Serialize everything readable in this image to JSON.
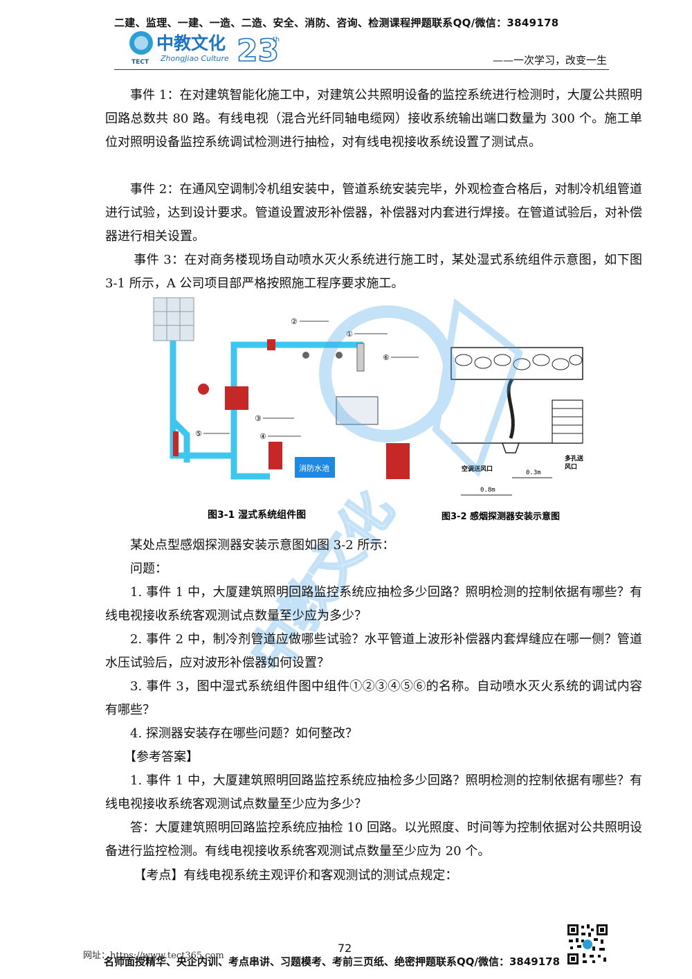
{
  "header": {
    "top_line": "二建、监理、一建、一造、二造、安全、消防、咨询、检测课程押题联系QQ/微信：3849178",
    "logo_text": "中教文化",
    "logo_pinyin": "ZhongJiao Culture",
    "logo_abbr": "TECT",
    "logo_anniv": "23",
    "logo_anniv_sup": "th",
    "motto": "——一次学习，改变一生"
  },
  "body": {
    "event1": "事件 1：在对建筑智能化施工中，对建筑公共照明设备的监控系统进行检测时，大厦公共照明回路总数共 80 路。有线电视（混合光纤同轴电缆网）接收系统输出端口数量为 300 个。施工单位对照明设备监控系统调试检测进行抽检，对有线电视接收系统设置了测试点。",
    "event2": "事件 2：在通风空调制冷机组安装中，管道系统安装完毕，外观检查合格后，对制冷机组管道进行试验，达到设计要求。管道设置波形补偿器，补偿器对内套进行焊接。在管道试验后，对补偿器进行相关设置。",
    "event3": "事件 3：在对商务楼现场自动喷水灭火系统进行施工时，某处湿式系统组件示意图，如下图 3-1 所示，A 公司项目部严格按照施工程序要求施工。",
    "intro_fig2": "某处点型感烟探测器安装示意图如图 3-2 所示：",
    "questions_title": "问题：",
    "q1": "1. 事件 1 中，大厦建筑照明回路监控系统应抽检多少回路？照明检测的控制依据有哪些？有线电视接收系统客观测试点数量至少应为多少？",
    "q2": "2. 事件 2 中，制冷剂管道应做哪些试验？水平管道上波形补偿器内套焊缝应在哪一侧？管道水压试验后，应对波形补偿器如何设置？",
    "q3": "3.  事件 3，图中湿式系统组件图中组件①②③④⑤⑥的名称。自动喷水灭火系统的调试内容有哪些？",
    "q4": "4. 探测器安装存在哪些问题？如何整改？",
    "answer_title": "【参考答案】",
    "a1_q": "1. 事件 1 中，大厦建筑照明回路监控系统应抽检多少回路？照明检测的控制依据有哪些？有线电视接收系统客观测试点数量至少应为多少？",
    "a1": "答：大厦建筑照明回路监控系统应抽检 10 回路。以光照度、时间等为控制依据对公共照明设备进行监控检测。有线电视接收系统客观测试点数量至少应为 20 个。",
    "kd_tag": "【考点】",
    "kd_text": "有线电视系统主观评价和客观测试的测试点规定："
  },
  "figures": {
    "fig1_caption": "图3-1  湿式系统组件图",
    "fig1_tank": "消防水池",
    "fig1_labels": [
      "①",
      "②",
      "③",
      "④",
      "⑤",
      "⑥"
    ],
    "fig2_caption": "图3-2  感烟探测器安装示意图",
    "fig2_outlet": "空调送风口",
    "fig2_multi": "多孔送",
    "fig2_multi2": "风口",
    "fig2_dim1": "0.3m",
    "fig2_dim2": "0.8m"
  },
  "footer": {
    "url": "网址：https://www.tect365.com",
    "page_number": "72",
    "text": "名师面授精华、央企内训、考点串讲、习题模考、考前三页纸、绝密押题联系QQ/微信：3849178"
  },
  "colors": {
    "pipe": "#3ec7ee",
    "valve": "#c62828",
    "watermark": "#4aa8e8"
  }
}
